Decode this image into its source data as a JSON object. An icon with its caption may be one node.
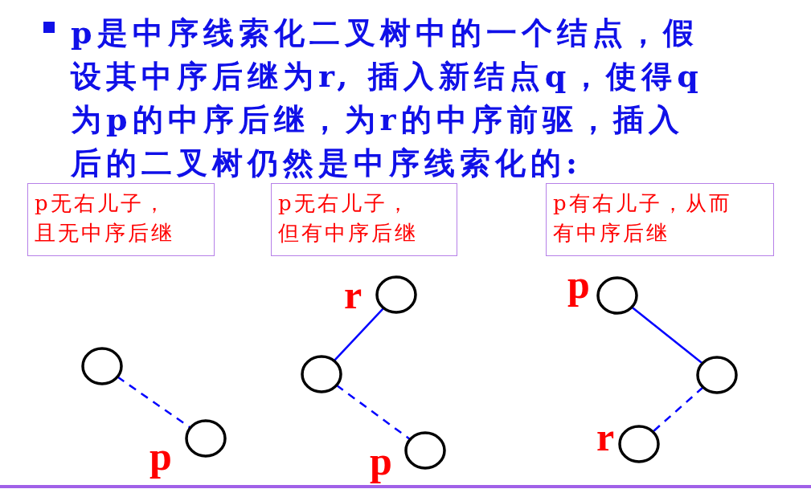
{
  "diagram": {
    "nodes": [
      {
        "text": [
          "p无右儿子，且无中序后继"
        ]
      },
      {
        "text": [
          "p无右儿子，但有中序后继"
        ]
      },
      {
        "text": [
          "p有右儿子，从而有中序后继"
        ]
      },
      {
        "text": [],
        "shape": "circle"
      },
      {
        "text": [],
        "shape": "circle",
        "beside": [
          "p"
        ]
      },
      {
        "text": [],
        "shape": "circle",
        "beside": [
          "r"
        ]
      },
      {
        "text": [],
        "shape": "circle"
      },
      {
        "text": [],
        "shape": "circle",
        "beside": [
          "p"
        ]
      },
      {
        "text": [],
        "shape": "circle",
        "beside": [
          "p"
        ]
      },
      {
        "text": [],
        "shape": "circle"
      },
      {
        "text": [],
        "shape": "circle",
        "beside": [
          "r"
        ]
      }
    ],
    "edges": [
      {
        "from": 3,
        "to": 4,
        "arrow": "none",
        "style": "dashed"
      },
      {
        "from": 5,
        "to": 6,
        "arrow": "none"
      },
      {
        "from": 6,
        "to": 7,
        "arrow": "none",
        "style": "dashed"
      },
      {
        "from": 8,
        "to": 9,
        "arrow": "none"
      },
      {
        "from": 9,
        "to": 10,
        "arrow": "none",
        "style": "dashed"
      }
    ],
    "labels": [
      "p是中序线索化二叉树中的一个结点，假设其中序后继为r, 插入新结点q，使得q为p的中序后继，为r的中序前驱，插入后的二叉树仍然是中序线索化的:"
    ]
  }
}
